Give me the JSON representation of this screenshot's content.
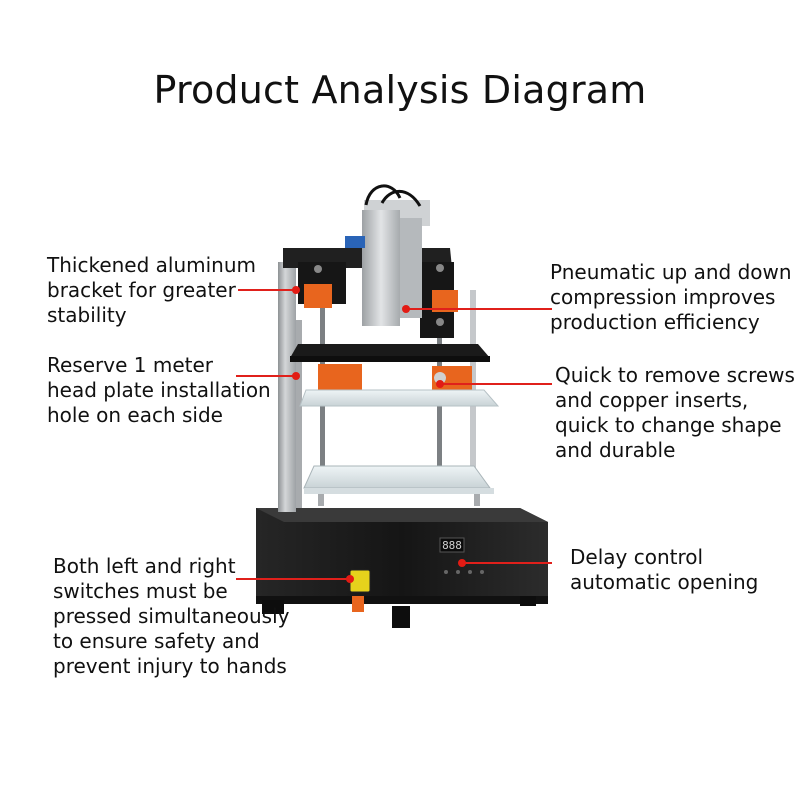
{
  "title": "Product Analysis Diagram",
  "callouts": [
    {
      "id": "bracket",
      "lines": [
        "Thickened aluminum",
        "bracket for greater",
        "stability"
      ]
    },
    {
      "id": "reserve-hole",
      "lines": [
        "Reserve 1 meter",
        "head plate installation",
        "hole on each side"
      ]
    },
    {
      "id": "safety-switches",
      "lines": [
        "Both left and right",
        "switches must be",
        "pressed simultaneously",
        "to ensure safety and",
        "prevent injury to hands"
      ]
    },
    {
      "id": "pneumatic",
      "lines": [
        "Pneumatic up and down",
        "compression improves",
        "production efficiency"
      ]
    },
    {
      "id": "quick-change",
      "lines": [
        "Quick to remove screws",
        "and copper inserts,",
        "quick to change shape",
        "and durable"
      ]
    },
    {
      "id": "delay-control",
      "lines": [
        "Delay control",
        "automatic opening"
      ]
    }
  ],
  "colors": {
    "leader_line": "#e0201b",
    "marker": "#e21b14",
    "base": "#1c1c1c",
    "bracket": "#b9bcbf",
    "block": "#e8651e"
  },
  "display": {
    "readout": "888"
  }
}
